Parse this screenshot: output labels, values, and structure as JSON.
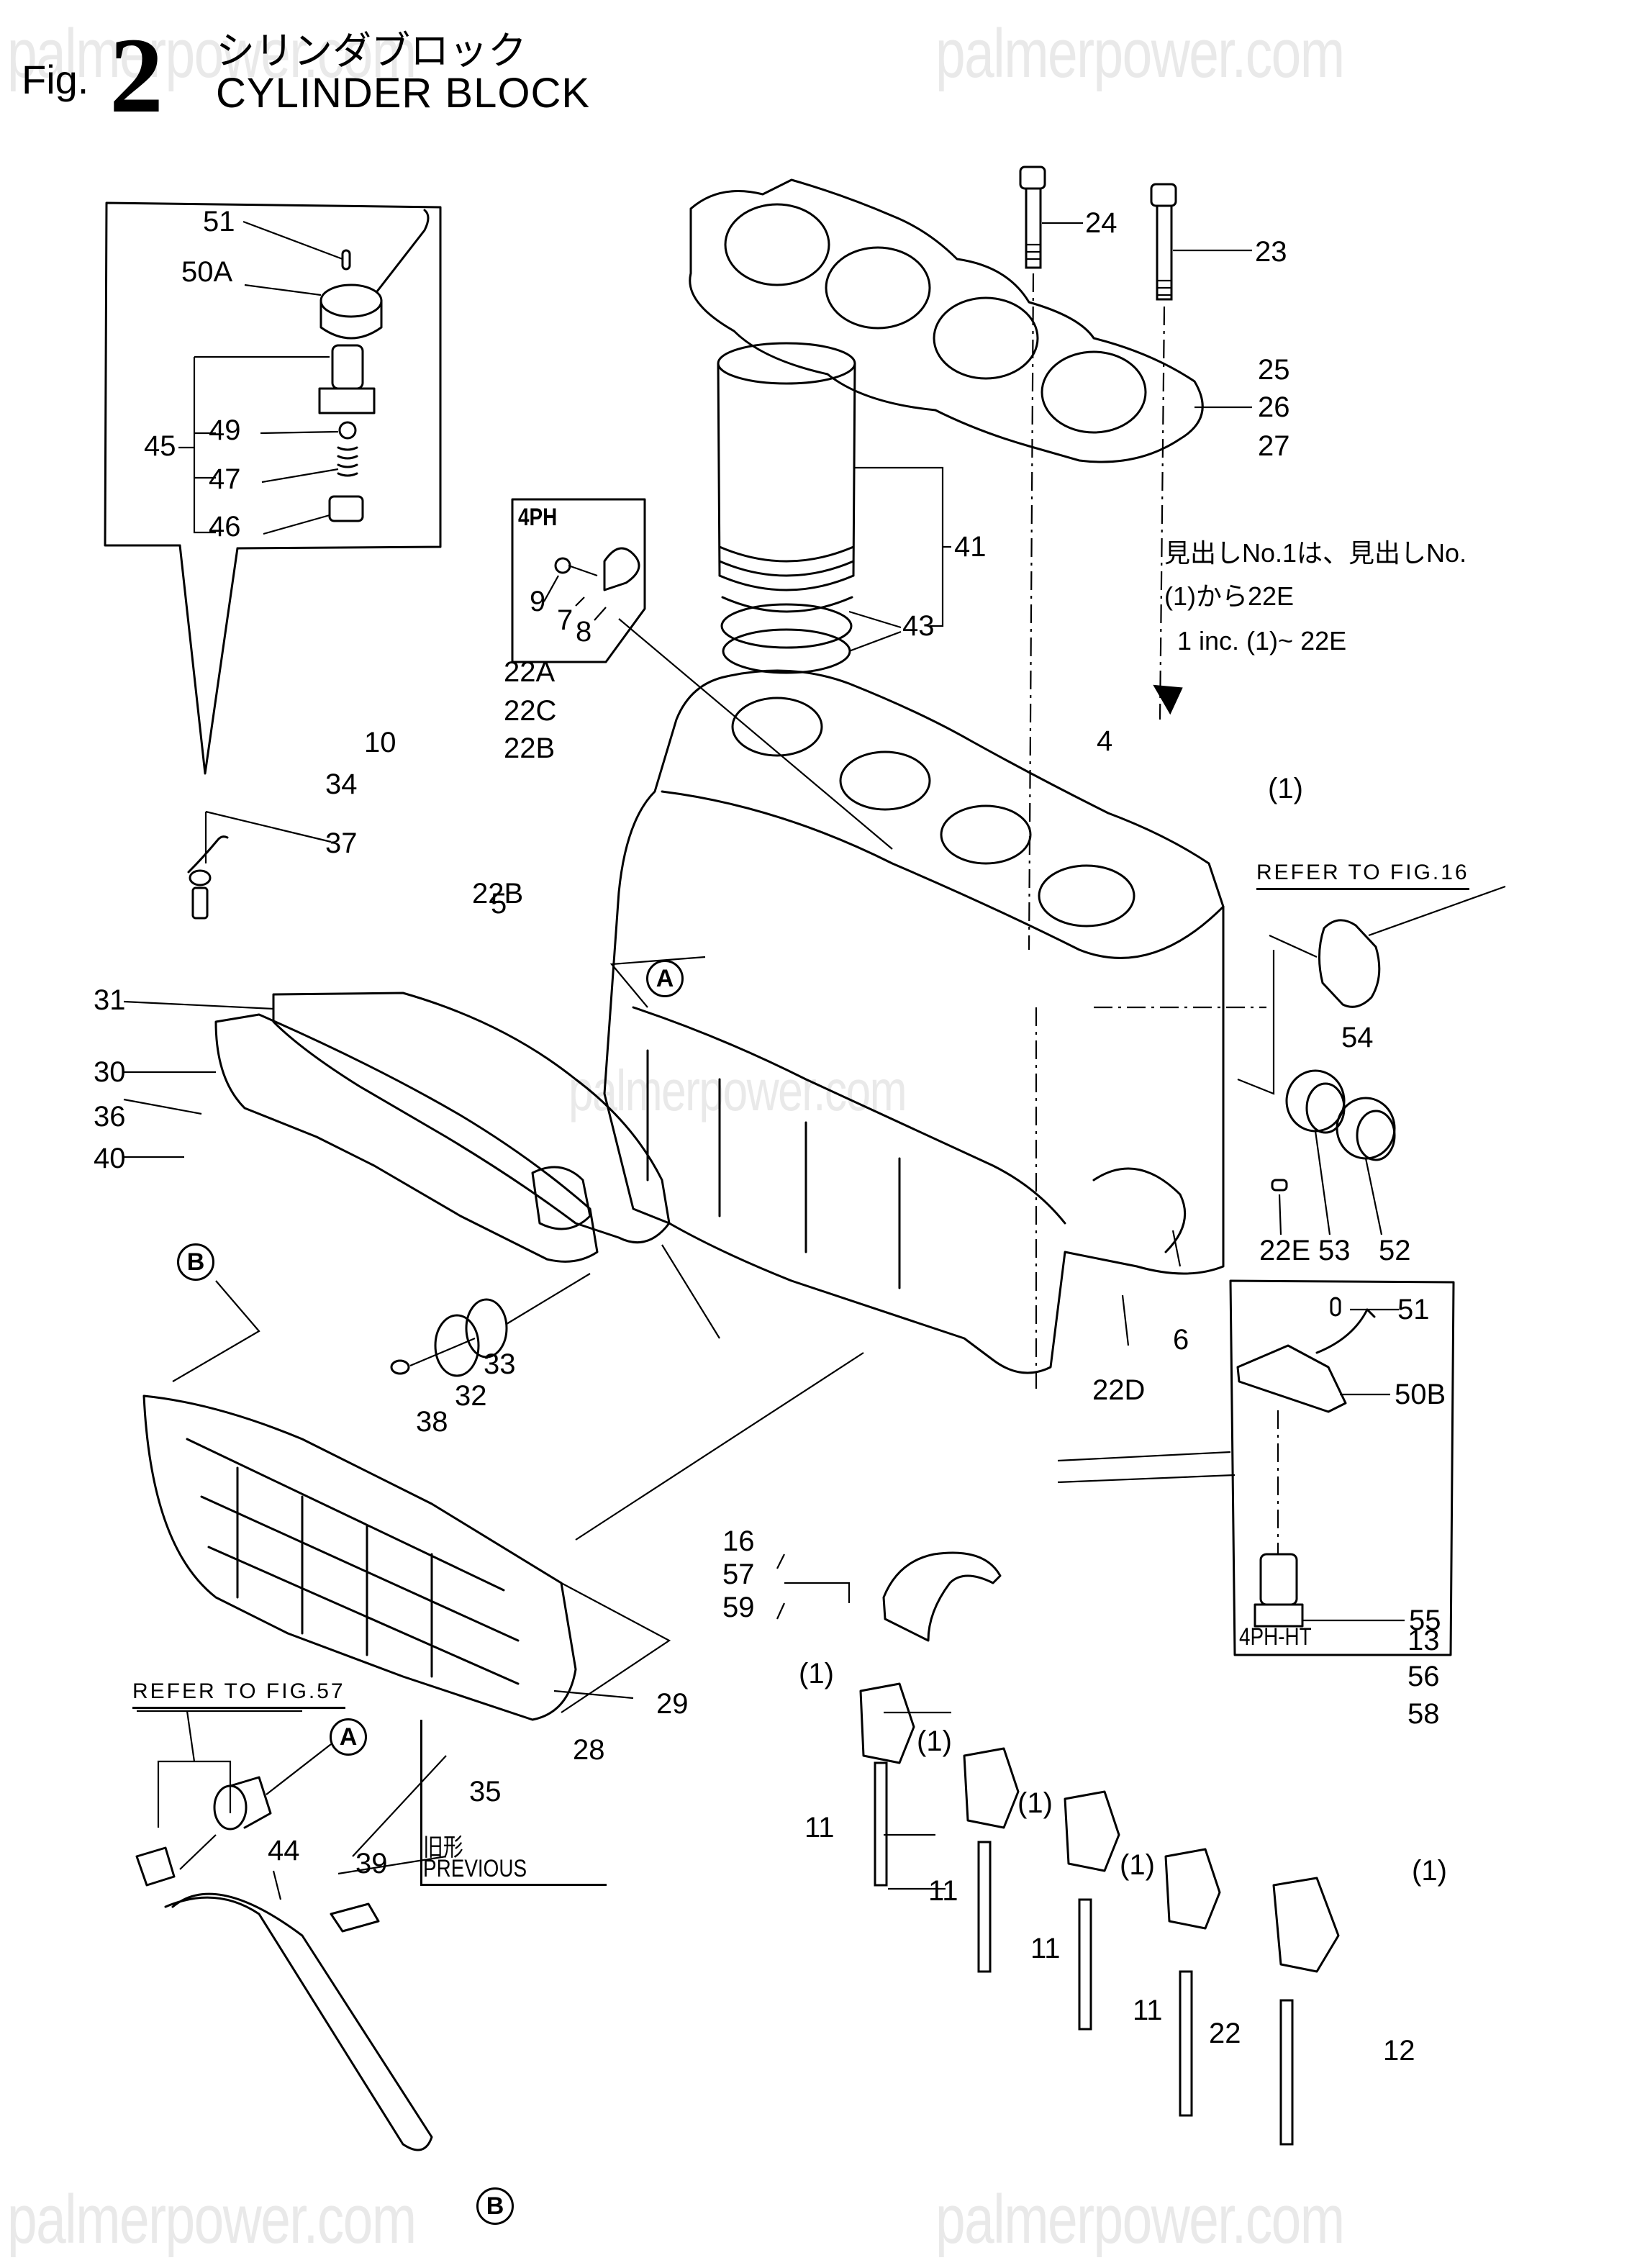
{
  "header": {
    "fig_prefix": "Fig.",
    "fig_number": "2",
    "title_jp": "シリンダブロック",
    "title_en": "CYLINDER BLOCK"
  },
  "watermark": "palmerpower.com",
  "notes": {
    "jp_line1": "見出しNo.1は、見出しNo.",
    "jp_line2": "(1)から22E",
    "en_line": "1 inc. (1)~ 22E"
  },
  "references": {
    "fig16": "REFER TO FIG.16",
    "fig57": "REFER TO FIG.57"
  },
  "inset_boxes": {
    "ph4": "4PH",
    "ph4_ht": "4PH-HT",
    "previous_jp": "旧形",
    "previous_en": "PREVIOUS"
  },
  "connectors": {
    "a": "A",
    "b": "B"
  },
  "callouts": {
    "p51_top": "51",
    "p50a": "50A",
    "p45": "45",
    "p49": "49",
    "p47": "47",
    "p46": "46",
    "p24": "24",
    "p23": "23",
    "p25": "25",
    "p26": "26",
    "p27": "27",
    "p41": "41",
    "p43": "43",
    "p9": "9",
    "p7": "7",
    "p8": "8",
    "p22a": "22A",
    "p22c": "22C",
    "p22b_top": "22B",
    "p22b_mid": "22B",
    "p10": "10",
    "p34": "34",
    "p37": "37",
    "p5": "5",
    "p4": "4",
    "p1_top": "(1)",
    "p31": "31",
    "p30": "30",
    "p36": "36",
    "p40": "40",
    "p54": "54",
    "p22e": "22E",
    "p53": "53",
    "p52": "52",
    "p6": "6",
    "p22d": "22D",
    "p38": "38",
    "p32": "32",
    "p33": "33",
    "p51_box": "51",
    "p50b": "50B",
    "p55": "55",
    "p16": "16",
    "p57": "57",
    "p59": "59",
    "p29": "29",
    "p28": "28",
    "p35": "35",
    "p39": "39",
    "p44": "44",
    "p13": "13",
    "p56": "56",
    "p58": "58",
    "p1_a": "(1)",
    "p1_b": "(1)",
    "p1_c": "(1)",
    "p1_d": "(1)",
    "p1_e": "(1)",
    "p11_a": "11",
    "p11_b": "11",
    "p11_c": "11",
    "p11_d": "11",
    "p22": "22",
    "p12": "12"
  }
}
